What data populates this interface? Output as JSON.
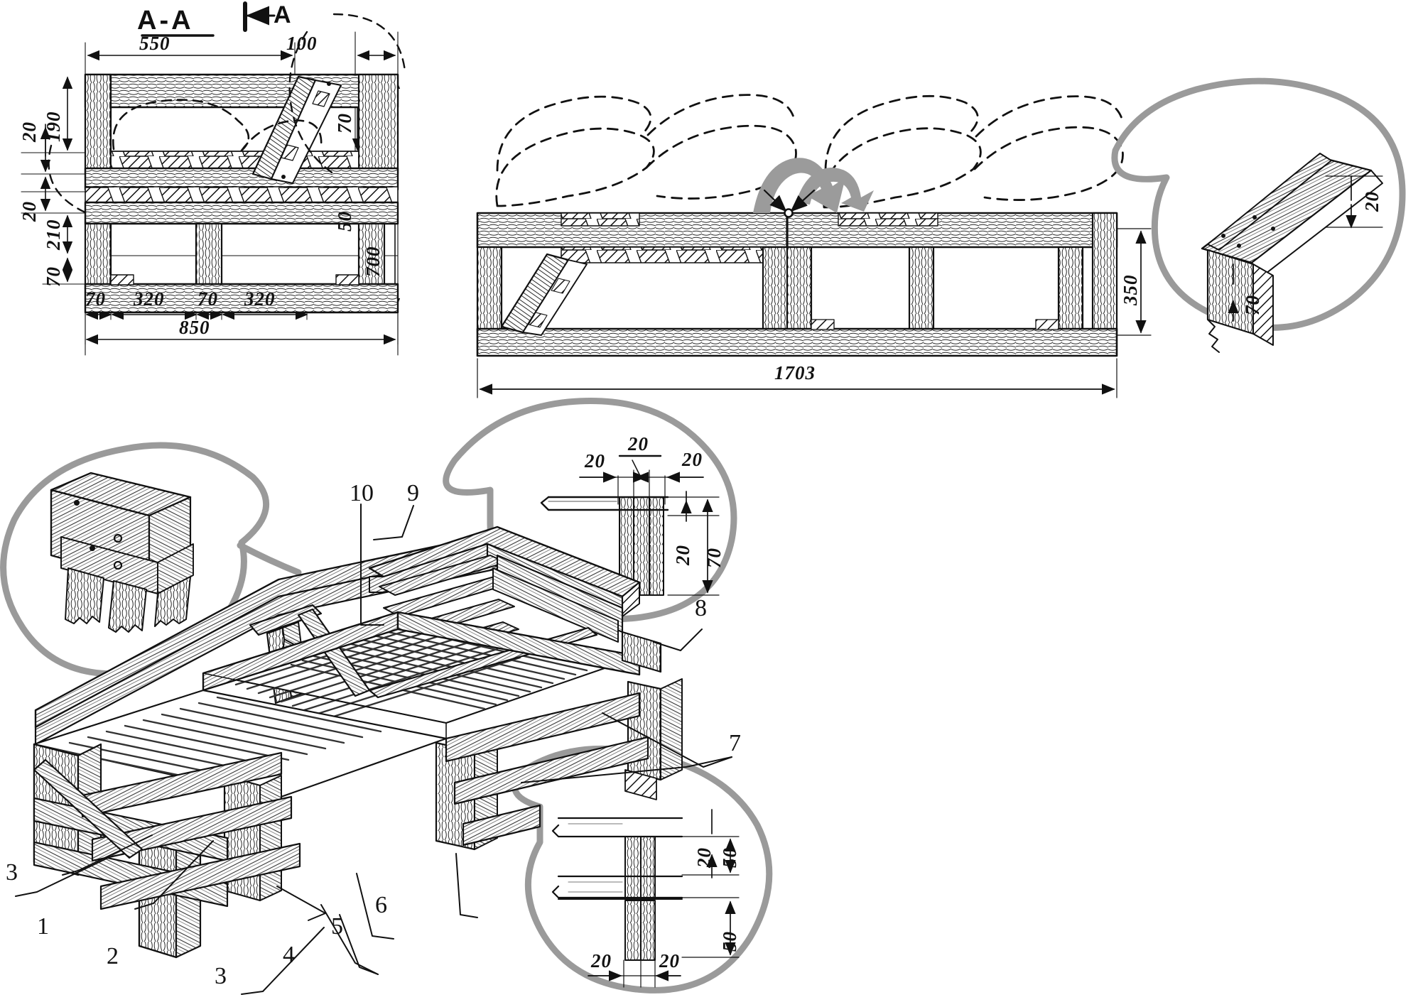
{
  "drawing": {
    "title": "A-A",
    "section_marker_label": "A",
    "kind": "technical-woodworking-drawing",
    "description": "Garden swing / bench-bed frame: section view, side elevation, isometric assembly and four detail balloons"
  },
  "section_view": {
    "name": "section-a-a",
    "dimensions": {
      "top_width": "550",
      "top_right_width": "100",
      "left_20_upper": "20",
      "left_190": "190",
      "left_20_lower": "20",
      "left_210": "210",
      "left_70": "70",
      "right_70": "70",
      "right_50": "50",
      "right_700": "700",
      "bottom_70_a": "70",
      "bottom_320_a": "320",
      "bottom_70_b": "70",
      "bottom_320_b": "320",
      "overall_width": "850"
    }
  },
  "side_view": {
    "name": "side-elevation",
    "dimensions": {
      "overall_length": "1703",
      "leg_height": "350"
    }
  },
  "detail_top_right": {
    "name": "detail-balloon-top-right",
    "dimensions": {
      "board_thickness": "20",
      "rail_height": "70"
    }
  },
  "detail_middle": {
    "name": "detail-balloon-middle",
    "dimensions": {
      "h_left": "20",
      "h_center": "20",
      "h_right": "20",
      "v_small": "20",
      "v_total": "70"
    }
  },
  "detail_bottom": {
    "name": "detail-balloon-bottom",
    "dimensions": {
      "v_20": "20",
      "v_50_upper": "50",
      "v_50_lower": "50",
      "h_20_left": "20",
      "h_20_right": "20"
    }
  },
  "detail_left": {
    "name": "detail-balloon-left",
    "dimensions": {}
  },
  "callouts": [
    {
      "id": "1",
      "label": "1"
    },
    {
      "id": "2",
      "label": "2"
    },
    {
      "id": "3a",
      "label": "3"
    },
    {
      "id": "3b",
      "label": "3"
    },
    {
      "id": "4",
      "label": "4"
    },
    {
      "id": "5",
      "label": "5"
    },
    {
      "id": "6",
      "label": "6"
    },
    {
      "id": "7",
      "label": "7"
    },
    {
      "id": "8",
      "label": "8"
    },
    {
      "id": "9",
      "label": "9"
    },
    {
      "id": "10",
      "label": "10"
    }
  ],
  "colors": {
    "ink": "#111111",
    "balloon_outline": "#9a9a9a",
    "hidden_line": "#1a1a1a",
    "paper": "#ffffff",
    "arrow_gray": "#8d8d8d"
  }
}
